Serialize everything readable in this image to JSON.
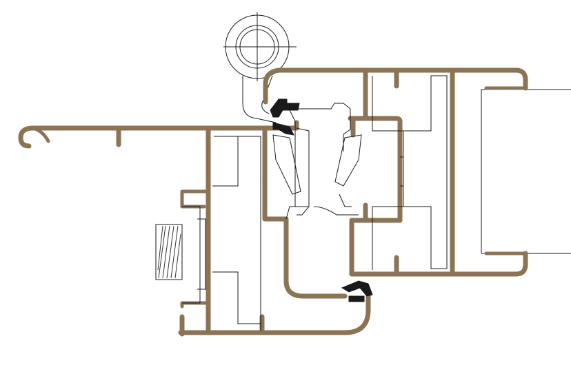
{
  "diagram": {
    "colors": {
      "profile": "#8b7355",
      "outline": "#1a1a1a",
      "gasket": "#1a1a1a",
      "background": "#ffffff"
    },
    "parts": [
      "roller-with-crosshair",
      "outer-frame-profile",
      "sash-profile",
      "thermal-break-insert",
      "weather-gaskets",
      "brush-seal",
      "glass-panel"
    ]
  }
}
